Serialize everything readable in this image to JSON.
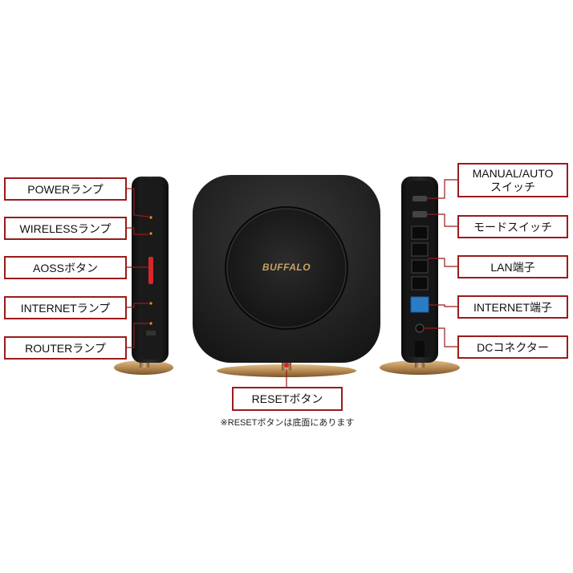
{
  "brand": {
    "logo_text": "BUFFALO"
  },
  "left_labels": {
    "power": "POWERランプ",
    "wireless": "WIRELESSランプ",
    "aoss": "AOSSボタン",
    "internet": "INTERNETランプ",
    "router": "ROUTERランプ"
  },
  "right_labels": {
    "manual_auto_line1": "MANUAL/AUTO",
    "manual_auto_line2": "スイッチ",
    "mode_switch": "モードスイッチ",
    "lan": "LAN端子",
    "internet_port": "INTERNET端子",
    "dc": "DCコネクター"
  },
  "bottom": {
    "reset": "RESETボタン",
    "note": "※RESETボタンは底面にあります"
  },
  "colors": {
    "accent_border": "#9b1b1b",
    "device_body": "#1e1e1e",
    "stand_gold": "#c49a63",
    "aoss_button": "#d4282a",
    "ethernet_blue": "#2a7cc7"
  }
}
